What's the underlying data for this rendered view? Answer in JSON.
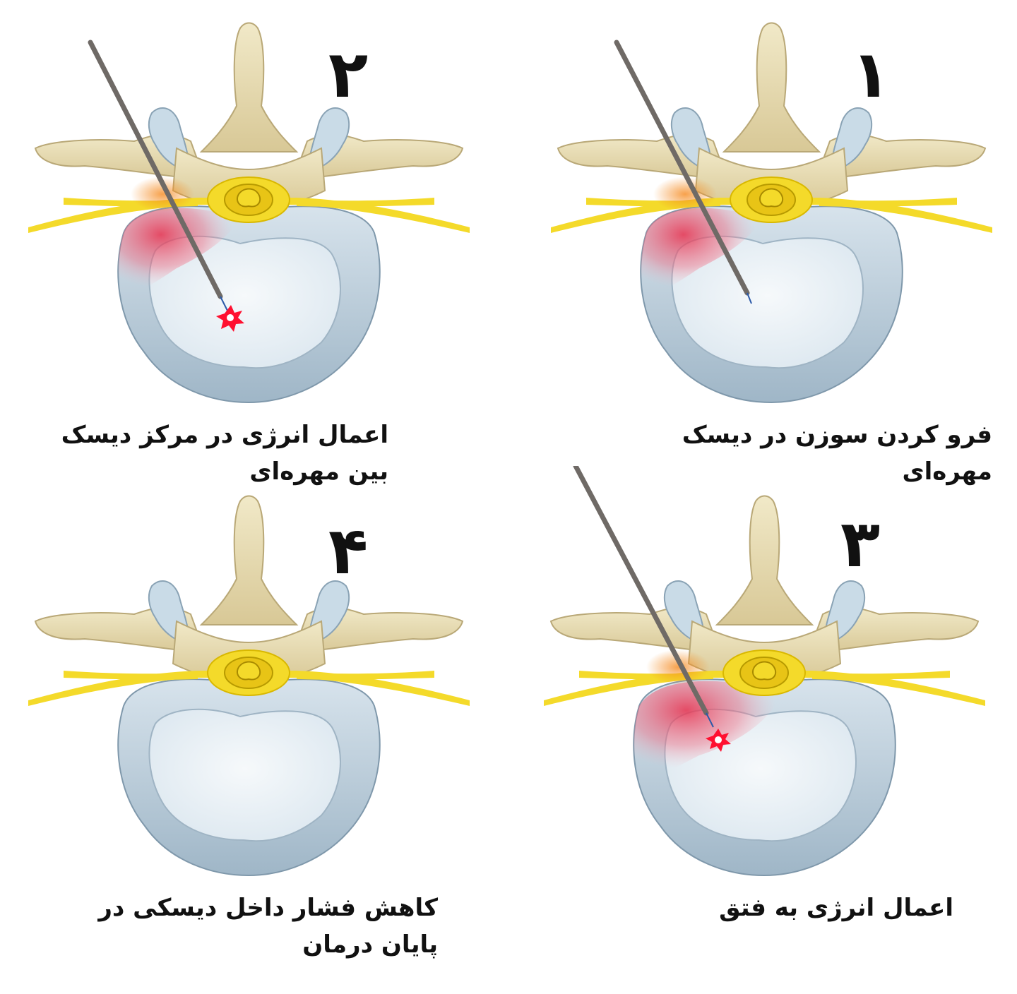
{
  "colors": {
    "bone": "#e7dcb4",
    "bone_shadow": "#b9a877",
    "nerve": "#f4da2a",
    "disc_ring": "#b7cbd9",
    "nucleus": "#edf3f8",
    "inflammation": "#e8324f",
    "needle": "#6f6a66",
    "laser": "#ff1030"
  },
  "panels": [
    {
      "step": "۱",
      "caption": "فرو کردن سوزن در دیسک مهره‌ای",
      "needle": true,
      "laser": false,
      "herniation": true
    },
    {
      "step": "۲",
      "caption": "اعمال انرژی در مرکز دیسک بین مهره‌ای",
      "needle": true,
      "laser": true,
      "herniation": true
    },
    {
      "step": "۳",
      "caption": "اعمال انرژی به فتق",
      "needle": true,
      "laser": true,
      "herniation": true
    },
    {
      "step": "۴",
      "caption": "کاهش فشار داخل دیسکی در پایان درمان",
      "needle": false,
      "laser": false,
      "herniation": false
    }
  ]
}
